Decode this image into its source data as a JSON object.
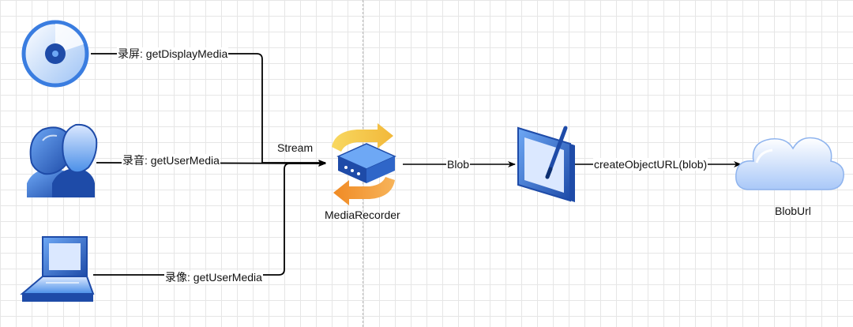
{
  "edges": {
    "screen_label": "录屏: getDisplayMedia",
    "audio_label": "录音: getUserMedia",
    "video_label": "录像: getUserMedia",
    "stream_label": "Stream",
    "blob_label": "Blob",
    "create_url_label": "createObjectURL(blob)"
  },
  "nodes": {
    "recorder_label": "MediaRecorder",
    "blob_url_label": "BlobUrl"
  },
  "colors": {
    "blue_dark": "#1e4ba8",
    "blue_mid": "#4a8fe8",
    "blue_light": "#c8dcff",
    "orange": "#f0962e",
    "yellow": "#f5c842",
    "cloud": "#cfe0ff"
  }
}
